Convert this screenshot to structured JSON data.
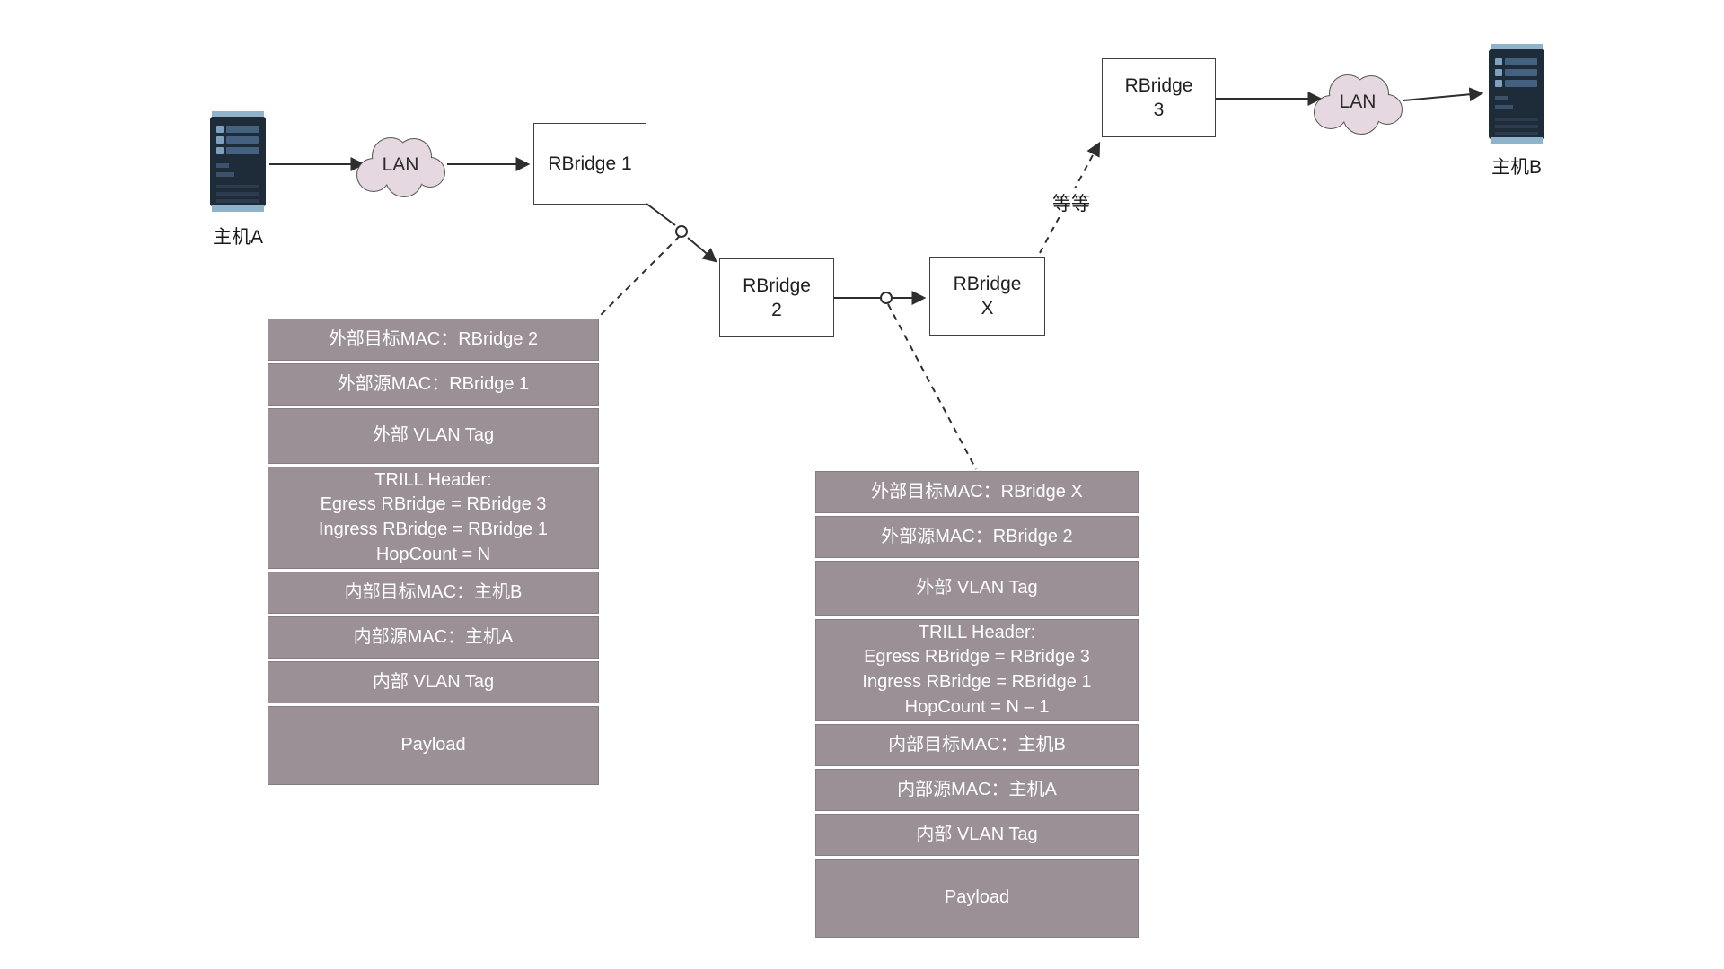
{
  "nodes": {
    "host_a": "主机A",
    "host_b": "主机B",
    "lan_left": "LAN",
    "lan_right": "LAN",
    "rbridge1": "RBridge 1",
    "rbridge2": [
      "RBridge",
      "2"
    ],
    "rbridge_x": [
      "RBridge",
      "X"
    ],
    "rbridge3": [
      "RBridge",
      "3"
    ],
    "etc_label": "等等"
  },
  "packet_left": {
    "rows": [
      {
        "lines": [
          "外部目标MAC：RBridge 2"
        ]
      },
      {
        "lines": [
          "外部源MAC：RBridge 1"
        ]
      },
      {
        "lines": [
          "外部 VLAN Tag"
        ]
      },
      {
        "lines": [
          "TRILL Header:",
          "Egress RBridge = RBridge 3",
          "Ingress RBridge = RBridge 1",
          "HopCount = N"
        ]
      },
      {
        "lines": [
          "内部目标MAC：主机B"
        ]
      },
      {
        "lines": [
          "内部源MAC：主机A"
        ]
      },
      {
        "lines": [
          "内部 VLAN Tag"
        ]
      },
      {
        "lines": [
          "Payload"
        ]
      }
    ]
  },
  "packet_right": {
    "rows": [
      {
        "lines": [
          "外部目标MAC：RBridge X"
        ]
      },
      {
        "lines": [
          "外部源MAC：RBridge 2"
        ]
      },
      {
        "lines": [
          "外部 VLAN Tag"
        ]
      },
      {
        "lines": [
          "TRILL Header:",
          "Egress RBridge = RBridge 3",
          "Ingress RBridge = RBridge 1",
          "HopCount = N – 1"
        ]
      },
      {
        "lines": [
          "内部目标MAC：主机B"
        ]
      },
      {
        "lines": [
          "内部源MAC：主机A"
        ]
      },
      {
        "lines": [
          "内部 VLAN Tag"
        ]
      },
      {
        "lines": [
          "Payload"
        ]
      }
    ]
  },
  "colors": {
    "packet_row_bg": "#9a9096",
    "packet_row_text": "#ffffff",
    "cloud_fill": "#e6d8e0",
    "line": "#2e2e2e",
    "server_body": "#1e2b39",
    "server_accent": "#44617f",
    "server_cap": "#8fb3cb"
  }
}
